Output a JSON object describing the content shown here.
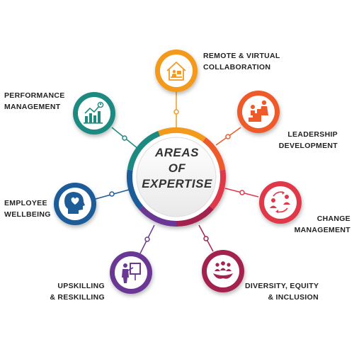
{
  "center": {
    "line1": "AREAS",
    "line2": "OF",
    "line3": "EXPERTISE"
  },
  "nodes": [
    {
      "id": "remote",
      "line1": "REMOTE & VIRTUAL",
      "line2": "COLLABORATION",
      "color": "#F39A1E",
      "icon": "home-office-icon"
    },
    {
      "id": "leadership",
      "line1": "LEADERSHIP",
      "line2": "DEVELOPMENT",
      "color": "#EE5A2A",
      "icon": "leadership-stairs-icon"
    },
    {
      "id": "change",
      "line1": "CHANGE",
      "line2": "MANAGEMENT",
      "color": "#E0384A",
      "icon": "change-cycle-icon"
    },
    {
      "id": "diversity",
      "line1": "DIVERSITY, EQUITY",
      "line2": "& INCLUSION",
      "color": "#A3244D",
      "icon": "team-hands-icon"
    },
    {
      "id": "upskilling",
      "line1": "UPSKILLING",
      "line2": "& RESKILLING",
      "color": "#6B3894",
      "icon": "presentation-icon"
    },
    {
      "id": "wellbeing",
      "line1": "EMPLOYEE",
      "line2": "WELLBEING",
      "color": "#1E5C98",
      "icon": "head-heart-icon"
    },
    {
      "id": "performance",
      "line1": "PERFORMANCE",
      "line2": "MANAGEMENT",
      "color": "#1F8A80",
      "icon": "growth-chart-icon"
    }
  ]
}
